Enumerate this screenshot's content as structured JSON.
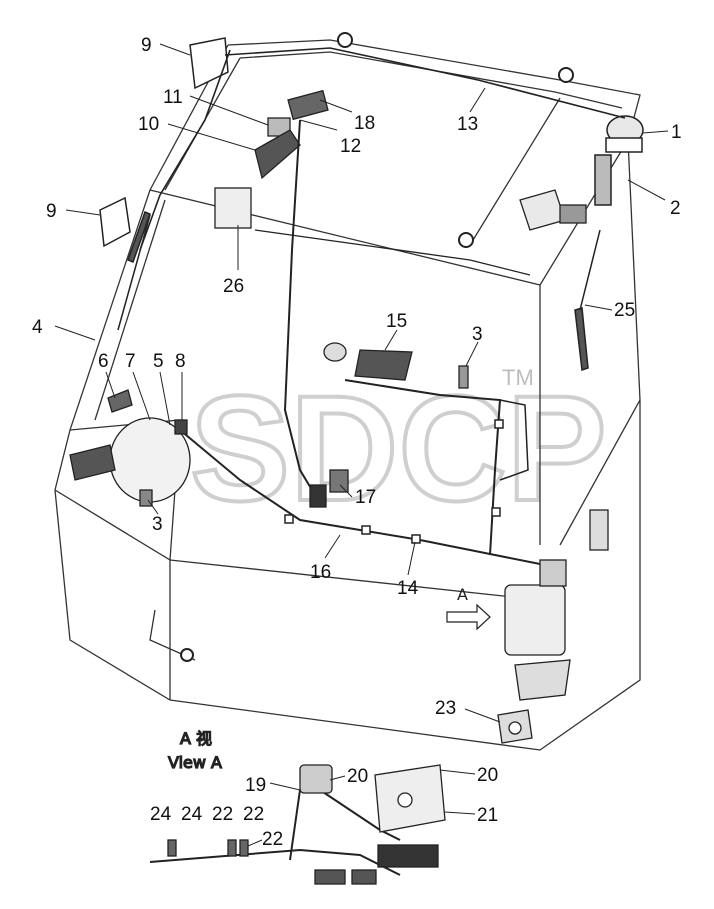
{
  "callouts": [
    {
      "id": "c1",
      "text": "1"
    },
    {
      "id": "c2",
      "text": "2"
    },
    {
      "id": "c3a",
      "text": "3"
    },
    {
      "id": "c3b",
      "text": "3"
    },
    {
      "id": "c4",
      "text": "4"
    },
    {
      "id": "c5",
      "text": "5"
    },
    {
      "id": "c6",
      "text": "6"
    },
    {
      "id": "c7",
      "text": "7"
    },
    {
      "id": "c8",
      "text": "8"
    },
    {
      "id": "c9a",
      "text": "9"
    },
    {
      "id": "c9b",
      "text": "9"
    },
    {
      "id": "c10",
      "text": "10"
    },
    {
      "id": "c11",
      "text": "11"
    },
    {
      "id": "c12",
      "text": "12"
    },
    {
      "id": "c13",
      "text": "13"
    },
    {
      "id": "c14",
      "text": "14"
    },
    {
      "id": "c15",
      "text": "15"
    },
    {
      "id": "c16",
      "text": "16"
    },
    {
      "id": "c17",
      "text": "17"
    },
    {
      "id": "c18",
      "text": "18"
    },
    {
      "id": "c19",
      "text": "19"
    },
    {
      "id": "c20a",
      "text": "20"
    },
    {
      "id": "c20b",
      "text": "20"
    },
    {
      "id": "c21",
      "text": "21"
    },
    {
      "id": "c22a",
      "text": "22"
    },
    {
      "id": "c22b",
      "text": "22"
    },
    {
      "id": "c22c",
      "text": "22"
    },
    {
      "id": "c23",
      "text": "23"
    },
    {
      "id": "c24a",
      "text": "24"
    },
    {
      "id": "c24b",
      "text": "24"
    },
    {
      "id": "c25",
      "text": "25"
    },
    {
      "id": "c26",
      "text": "26"
    }
  ],
  "view_arrow_label": "A",
  "view_title_cn": "A 视",
  "view_title_en": "View  A",
  "watermark": "SDCP",
  "watermark_tm": "TM",
  "colors": {
    "line": "#2a2a2a",
    "light": "#8a8a8a",
    "fill": "#d9d9d9",
    "watermark": "#d4d4d4"
  }
}
